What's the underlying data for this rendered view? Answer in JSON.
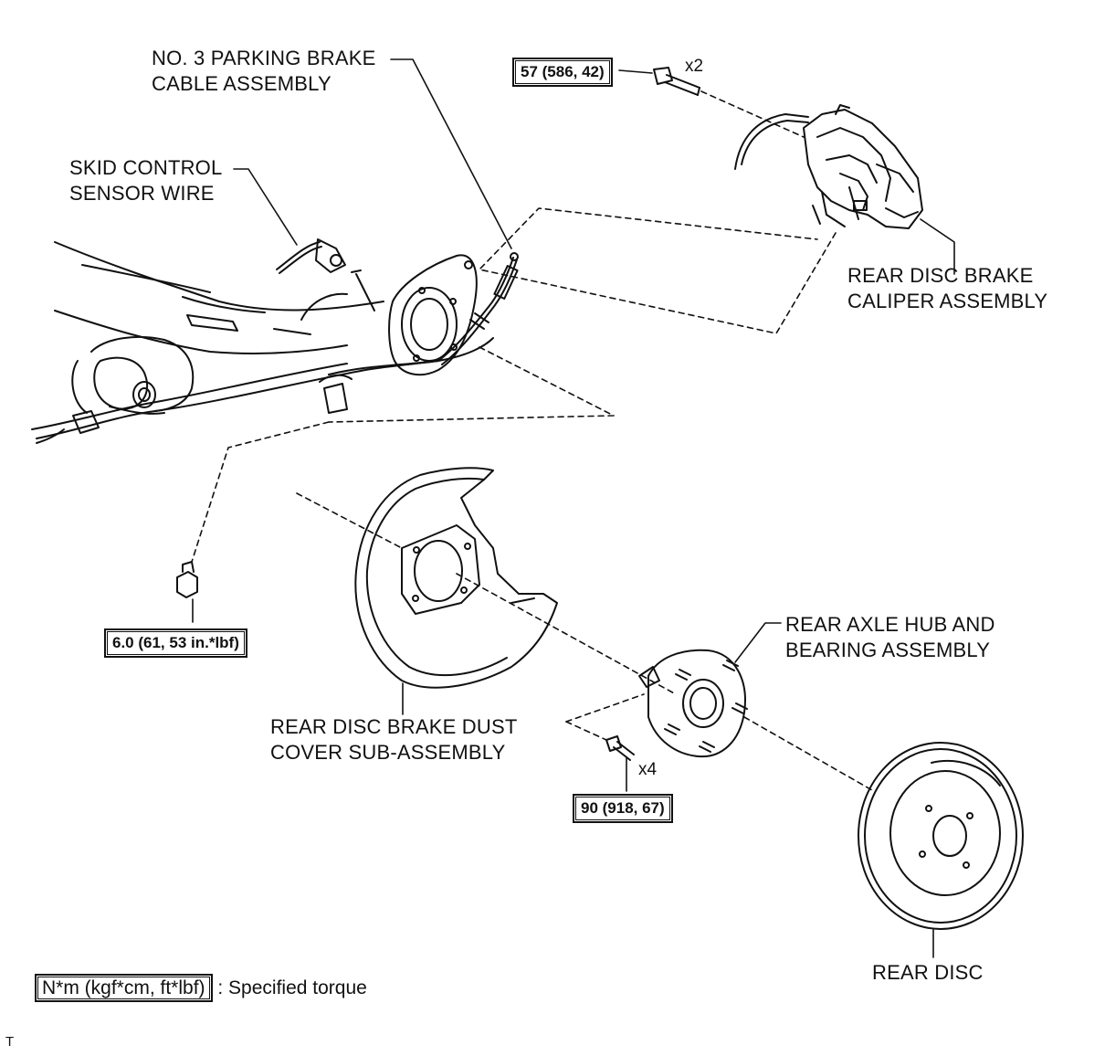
{
  "labels": {
    "parking_cable": [
      "NO. 3 PARKING BRAKE",
      "CABLE ASSEMBLY"
    ],
    "sensor_wire": [
      "SKID CONTROL",
      "SENSOR WIRE"
    ],
    "caliper": [
      "REAR DISC BRAKE",
      "CALIPER ASSEMBLY"
    ],
    "axle_hub": [
      "REAR AXLE HUB AND",
      "BEARING ASSEMBLY"
    ],
    "dust_cover": [
      "REAR DISC BRAKE DUST",
      "COVER SUB-ASSEMBLY"
    ],
    "rear_disc": "REAR DISC"
  },
  "torques": {
    "caliper_bolt": "57 (586, 42)",
    "sensor_bolt": "6.0 (61, 53 in.*lbf)",
    "hub_bolt": "90 (918, 67)"
  },
  "quantities": {
    "caliper_bolt": "x2",
    "hub_bolt": "x4"
  },
  "legend": {
    "unit_box": "N*m (kgf*cm, ft*lbf)",
    "description": ": Specified torque"
  },
  "footer_mark": "T"
}
